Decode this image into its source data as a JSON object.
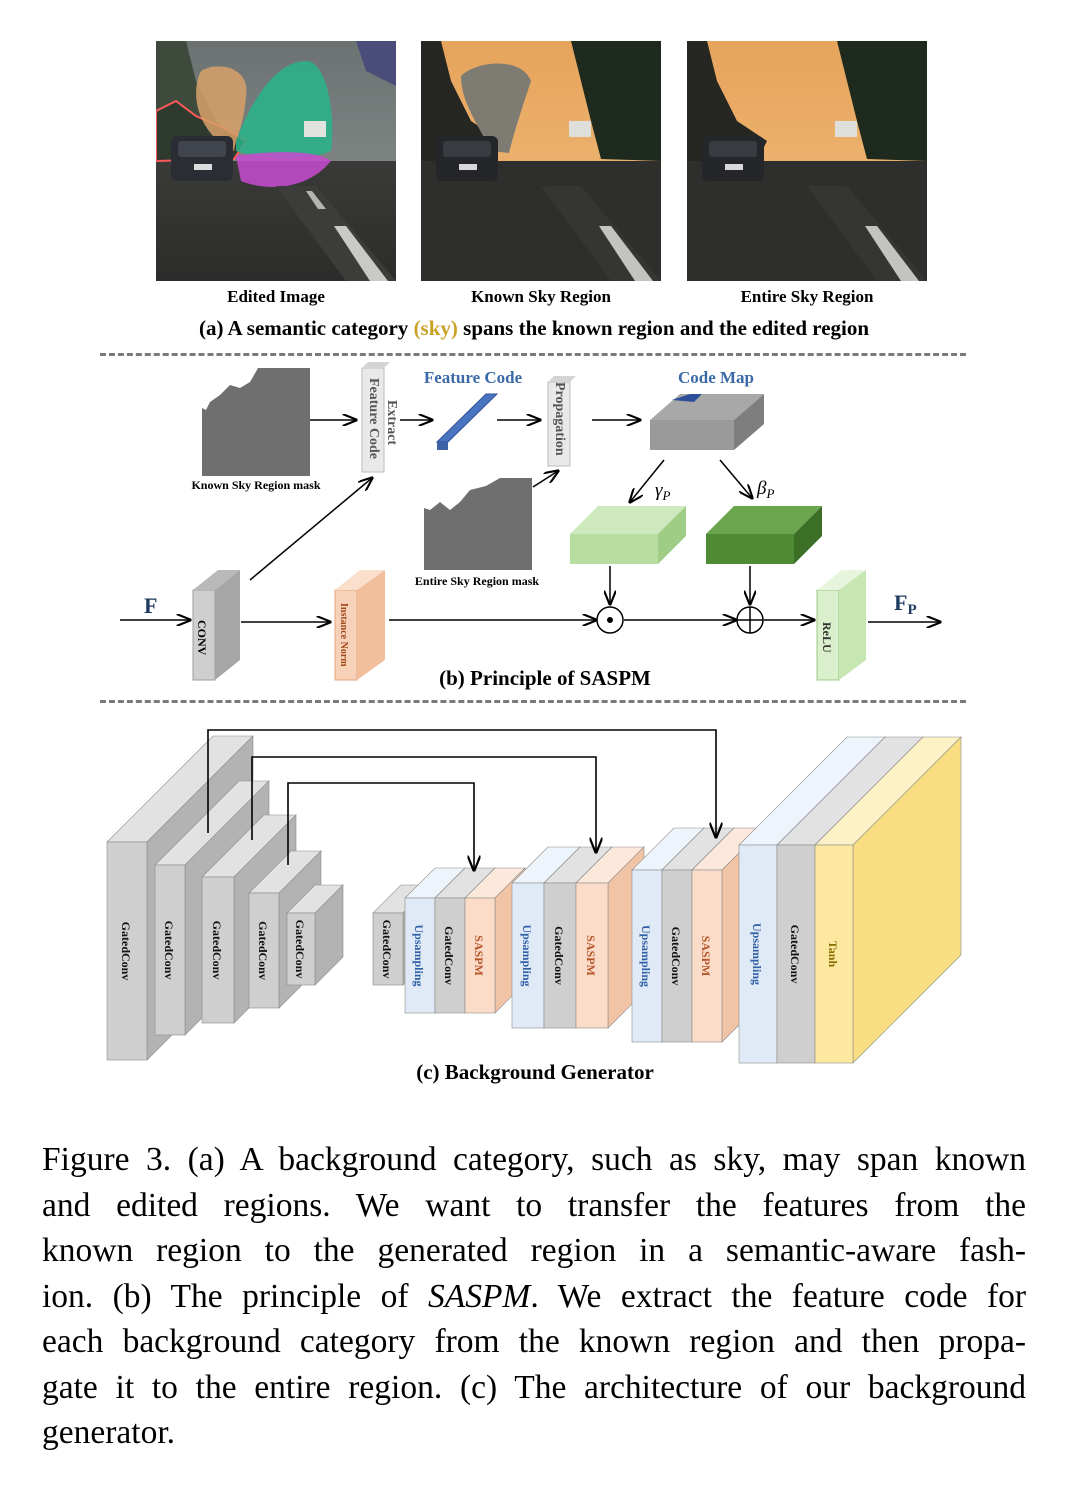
{
  "panel_a": {
    "images": [
      {
        "label": "Edited Image"
      },
      {
        "label": "Known Sky Region"
      },
      {
        "label": "Entire Sky Region"
      }
    ],
    "caption_pre": "(a) A semantic category ",
    "caption_sky": "(sky)",
    "caption_post": " spans the known region and the edited region"
  },
  "panel_b": {
    "known_mask_label": "Known Sky Region mask",
    "entire_mask_label": "Entire Sky Region mask",
    "extract_label_1": "Extract",
    "extract_label_2": "Feature Code",
    "feature_code_label": "Feature Code",
    "propagation_label": "Propagation",
    "code_map_label": "Code Map",
    "gamma_label": "γ",
    "gamma_sub": "P",
    "beta_label": "β",
    "beta_sub": "P",
    "input_label": "F",
    "output_label": "F",
    "output_sub": "P",
    "conv_label": "CONV",
    "instnorm_label": "Instance Norm",
    "relu_label": "ReLU",
    "mult_symbol": "⊙",
    "add_symbol": "⊕",
    "caption": "(b) Principle of SASPM"
  },
  "panel_c": {
    "encoder_labels": [
      "GatedConv",
      "GatedConv",
      "GatedConv",
      "GatedConv",
      "GatedConv"
    ],
    "bottleneck_label": "GatedConv",
    "stage_labels": [
      "Upsampling",
      "GatedConv",
      "SASPM"
    ],
    "final_labels": [
      "Upsampling",
      "GatedConv",
      "Tanh"
    ],
    "caption": "(c) Background Generator"
  },
  "colors": {
    "sky_text": "#c9a227",
    "feature_blue": "#3a6aa8",
    "upsampling_blue": "#2f5fa5",
    "saspm_orange": "#b5552a",
    "tanh_yellow": "#8a6d00",
    "gamma_green": "#b7dea0",
    "beta_green": "#4f8a35"
  },
  "figure_caption": {
    "lines": [
      "Figure 3. (a) A background category, such as sky, may span known",
      "and edited regions.  We want to transfer the features from the",
      "known region to the generated region in a semantic-aware fash-",
      "ion. (b) The principle of SASPM. We extract the feature code for",
      "each background category from the known region and then propa-",
      "gate it to the entire region. (c) The architecture of our background",
      "generator."
    ],
    "line4_pre": "ion. (b) The principle of ",
    "line4_em": "SASPM",
    "line4_post": ". We extract the feature code for"
  }
}
